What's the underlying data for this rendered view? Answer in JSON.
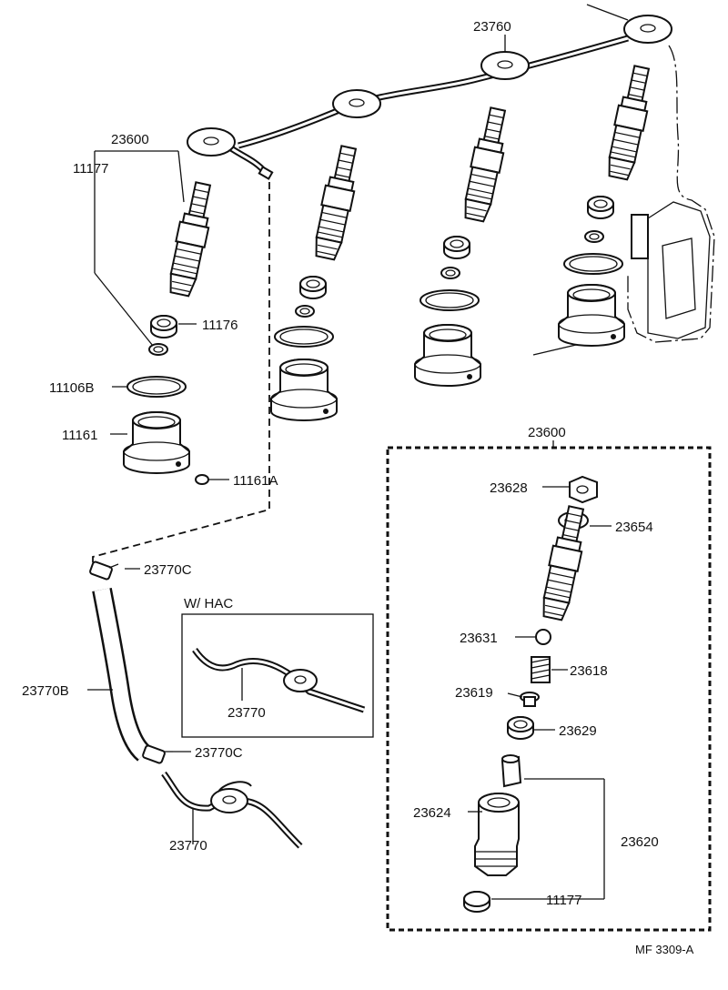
{
  "labels": {
    "delivery_pipe": "23760",
    "nozzle_assy_top": "23600",
    "gasket_top": "11177",
    "seat_11176": "11176",
    "ring_11106b": "11106B",
    "holder_11161": "11161",
    "pin_11161a": "11161A",
    "nozzle_assy_box": "23600",
    "nut_23628": "23628",
    "washer_23654": "23654",
    "ball_23631": "23631",
    "spring_23618": "23618",
    "seat_23619": "23619",
    "spacer_23629": "23629",
    "body_23624": "23624",
    "nozzle_23620": "23620",
    "gasket_box": "11177",
    "clip_upper": "23770C",
    "hose_23770b": "23770B",
    "clip_lower": "23770C",
    "pipe_lower": "23770",
    "hac_title": "W/ HAC",
    "pipe_hac": "23770",
    "diagram_code": "MF  3309-A"
  },
  "colors": {
    "ink": "#111111",
    "paper": "#ffffff"
  }
}
